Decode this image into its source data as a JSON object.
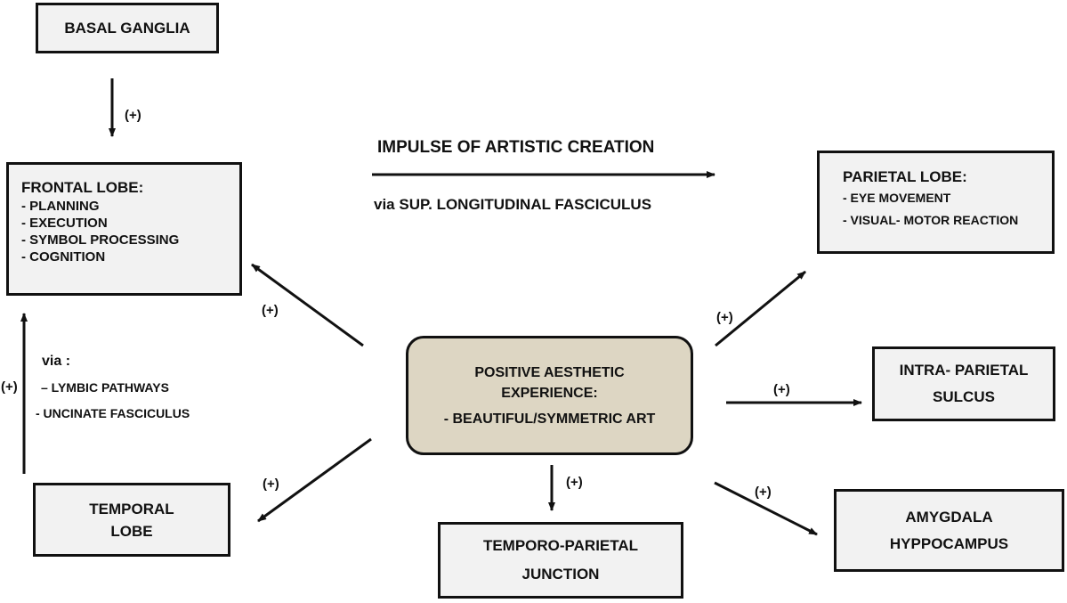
{
  "colors": {
    "box_fill": "#f2f2f2",
    "center_fill": "#ddd6c3",
    "line": "#111111"
  },
  "boxes": {
    "basal_ganglia": "BASAL GANGLIA",
    "frontal_lobe": {
      "title": "FRONTAL LOBE:",
      "items": [
        "-  PLANNING",
        "-  EXECUTION",
        "-  SYMBOL PROCESSING",
        "-  COGNITION"
      ]
    },
    "temporal_lobe": [
      "TEMPORAL",
      "LOBE"
    ],
    "center": [
      "POSITIVE AESTHETIC",
      "EXPERIENCE:",
      "- BEAUTIFUL/SYMMETRIC ART"
    ],
    "parietal_lobe": {
      "title": "PARIETAL LOBE:",
      "items": [
        "-  EYE MOVEMENT",
        "- VISUAL- MOTOR REACTION"
      ]
    },
    "intra_parietal": [
      "INTRA- PARIETAL",
      "SULCUS"
    ],
    "amygdala": [
      "AMYGDALA",
      "HYPPOCAMPUS"
    ],
    "temporo_parietal": [
      "TEMPORO-PARIETAL",
      "JUNCTION"
    ]
  },
  "labels": {
    "impulse": "IMPULSE OF ARTISTIC CREATION",
    "via_slf": "via SUP. LONGITUDINAL FASCICULUS",
    "via": "via :",
    "lymbic": "–  LYMBIC  PATHWAYS",
    "uncinate": "- UNCINATE FASCICULUS",
    "plus": "(+)"
  }
}
